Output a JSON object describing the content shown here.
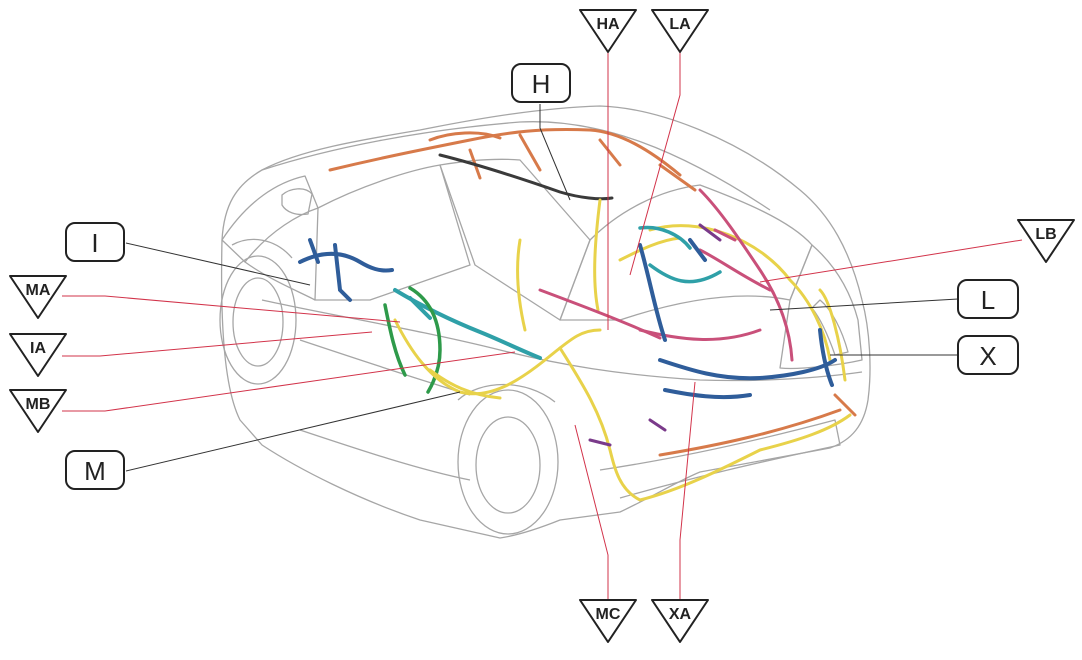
{
  "diagram": {
    "box_labels": [
      {
        "id": "H",
        "text": "H"
      },
      {
        "id": "I",
        "text": "I"
      },
      {
        "id": "L",
        "text": "L"
      },
      {
        "id": "X",
        "text": "X"
      },
      {
        "id": "M",
        "text": "M"
      }
    ],
    "triangle_labels": [
      {
        "id": "HA",
        "text": "HA"
      },
      {
        "id": "LA",
        "text": "LA"
      },
      {
        "id": "LB",
        "text": "LB"
      },
      {
        "id": "MA",
        "text": "MA"
      },
      {
        "id": "IA",
        "text": "IA"
      },
      {
        "id": "MB",
        "text": "MB"
      },
      {
        "id": "MC",
        "text": "MC"
      },
      {
        "id": "XA",
        "text": "XA"
      }
    ]
  },
  "colors": {
    "outline": "#9a9a9a",
    "leader_black": "#333333",
    "leader_red": "#d2334a",
    "harness_yellow": "#e8d24a",
    "harness_pink": "#c9507a",
    "harness_blue": "#2f5d9a",
    "harness_teal": "#2fa0a8",
    "harness_green": "#2e9a4a",
    "harness_orange": "#d77a4a",
    "harness_purple": "#7a3a8a"
  }
}
